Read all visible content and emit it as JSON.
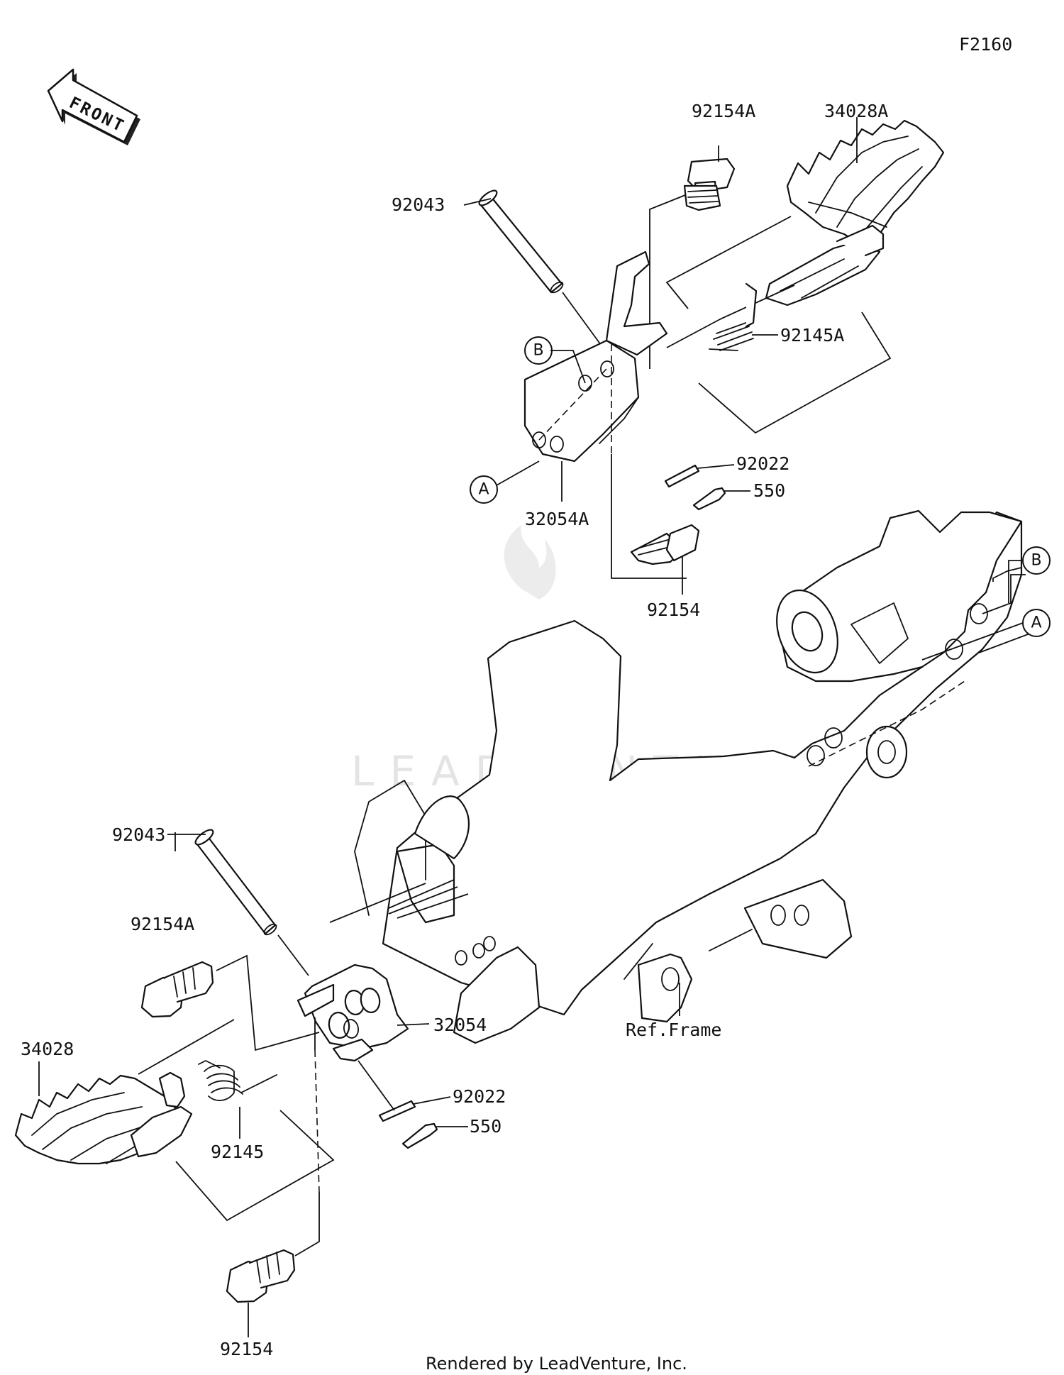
{
  "diagram_code": "F2160",
  "front_arrow_label": "FRONT",
  "watermark": "LEADVENTURE",
  "footer": "Rendered by LeadVenture, Inc.",
  "callouts": {
    "a": "A",
    "b": "B"
  },
  "labels": {
    "pin_upper": "92043",
    "bolt_a_upper": "92154A",
    "footpeg_upper": "34028A",
    "spring_upper": "92145A",
    "bracket_upper": "32054A",
    "washer_upper": "92022",
    "cotter_upper": "550",
    "bolt_upper": "92154",
    "pin_lower": "92043",
    "bolt_a_lower": "92154A",
    "bracket_lower": "32054",
    "footpeg_lower": "34028",
    "spring_lower": "92145",
    "washer_lower": "92022",
    "cotter_lower": "550",
    "bolt_lower": "92154",
    "ref_frame": "Ref.Frame"
  },
  "colors": {
    "line": "#111111",
    "background": "#ffffff",
    "watermark": "#e4e4e4"
  }
}
